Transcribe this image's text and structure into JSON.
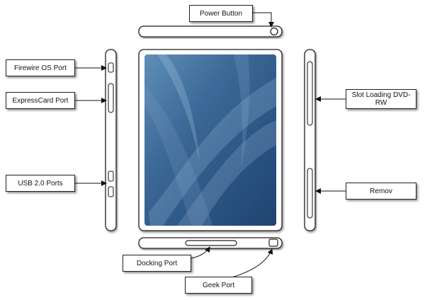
{
  "labels": {
    "power_button": "Power Button",
    "firewire_os_port": "Firewire OS Port",
    "expresscard_port": "ExpressCard Port",
    "usb_ports": "USB 2.0 Ports",
    "slot_loading_dvd": "Slot Loading DVD-RW",
    "removable": "Remov",
    "docking_port": "Docking Port",
    "geek_port": "Geek Port"
  },
  "colors": {
    "device_fill": "#ffffff",
    "outline": "#222222",
    "screen_dark": "#1f4470",
    "screen_light": "#7fa8c8"
  }
}
